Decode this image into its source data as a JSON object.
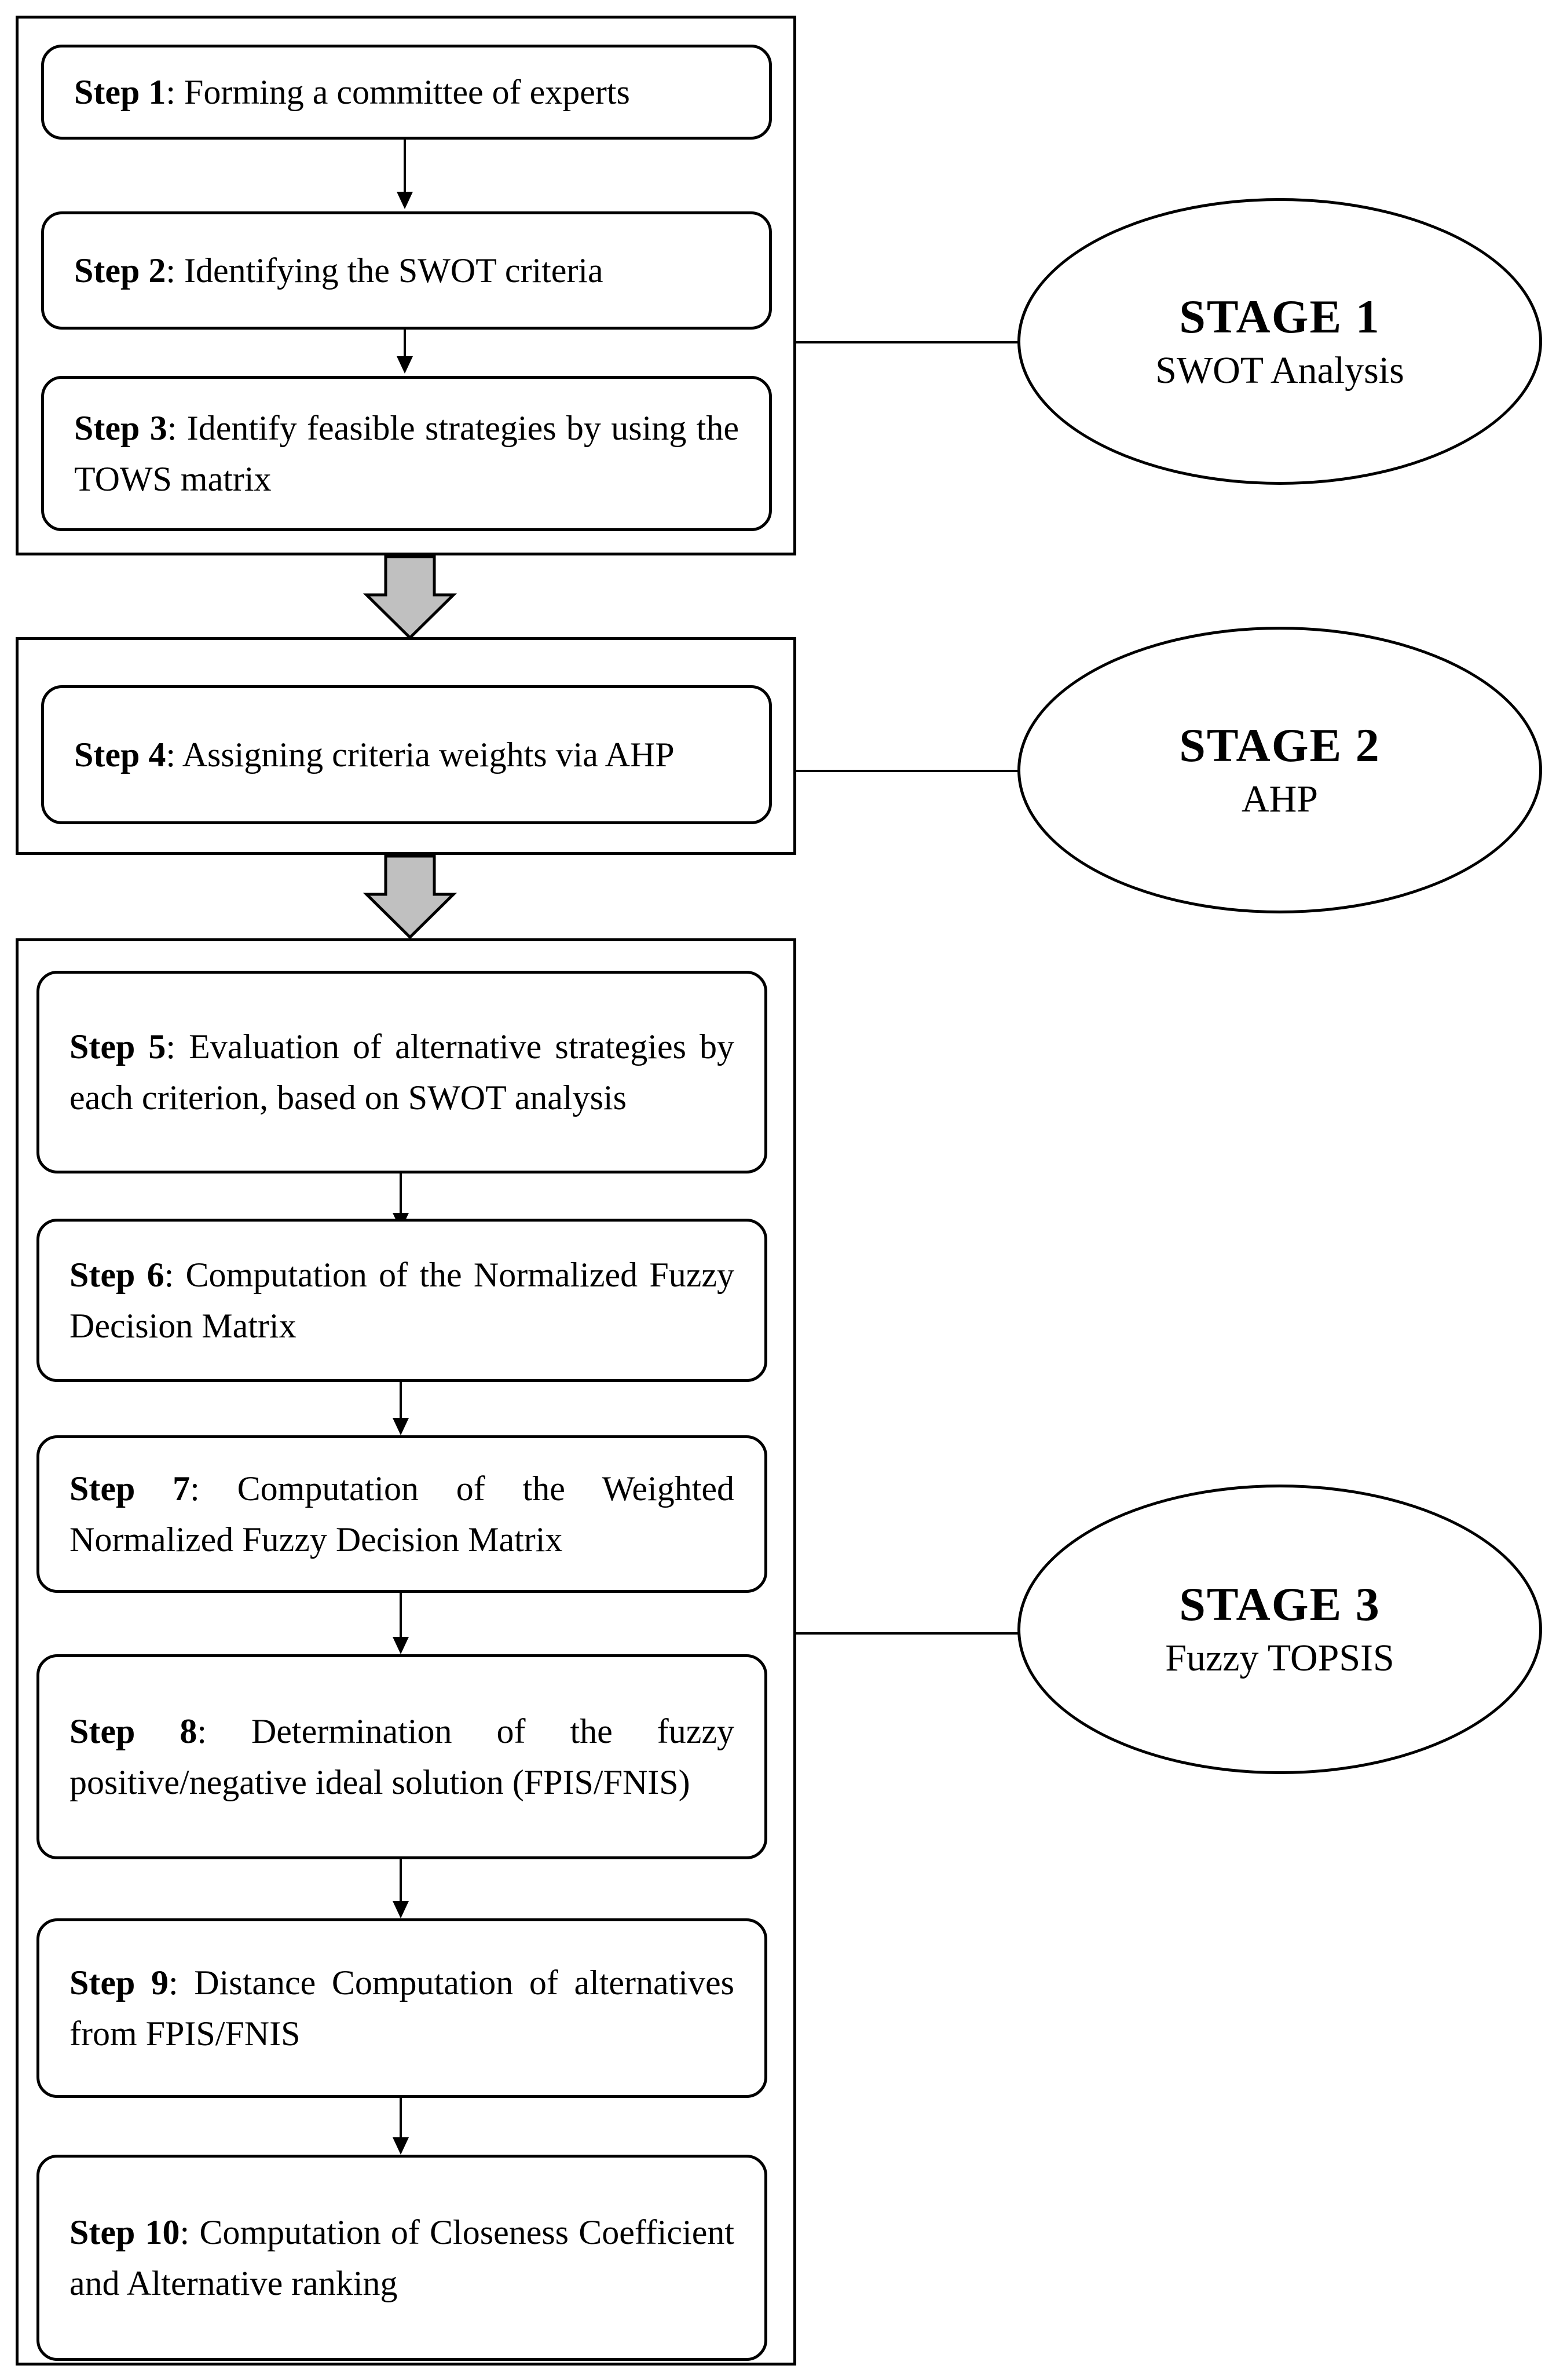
{
  "stages": [
    {
      "title": "STAGE 1",
      "subtitle": "SWOT Analysis"
    },
    {
      "title": "STAGE 2",
      "subtitle": "AHP"
    },
    {
      "title": "STAGE 3",
      "subtitle": "Fuzzy TOPSIS"
    }
  ],
  "steps": [
    {
      "label": "Step 1",
      "text": ": Forming a committee of experts"
    },
    {
      "label": "Step 2",
      "text": ": Identifying the SWOT criteria"
    },
    {
      "label": "Step 3",
      "text": ": Identify feasible strategies by using the TOWS matrix"
    },
    {
      "label": "Step 4",
      "text": ": Assigning criteria weights via AHP"
    },
    {
      "label": "Step 5",
      "text": ": Evaluation of alternative strategies by each criterion, based on SWOT analysis"
    },
    {
      "label": "Step 6",
      "text": ": Computation of the Normalized Fuzzy Decision Matrix"
    },
    {
      "label": "Step 7",
      "text": ": Computation of the Weighted Normalized Fuzzy Decision Matrix"
    },
    {
      "label": "Step 8",
      "text": ": Determination of the fuzzy positive/negative ideal solution (FPIS/FNIS)"
    },
    {
      "label": "Step 9",
      "text": ": Distance Computation of alternatives from FPIS/FNIS"
    },
    {
      "label": "Step 10",
      "text": ": Computation of Closeness Coefficient and Alternative ranking"
    }
  ],
  "colors": {
    "stage_arrow_fill": "#c0c0c0",
    "stroke": "#000000"
  }
}
